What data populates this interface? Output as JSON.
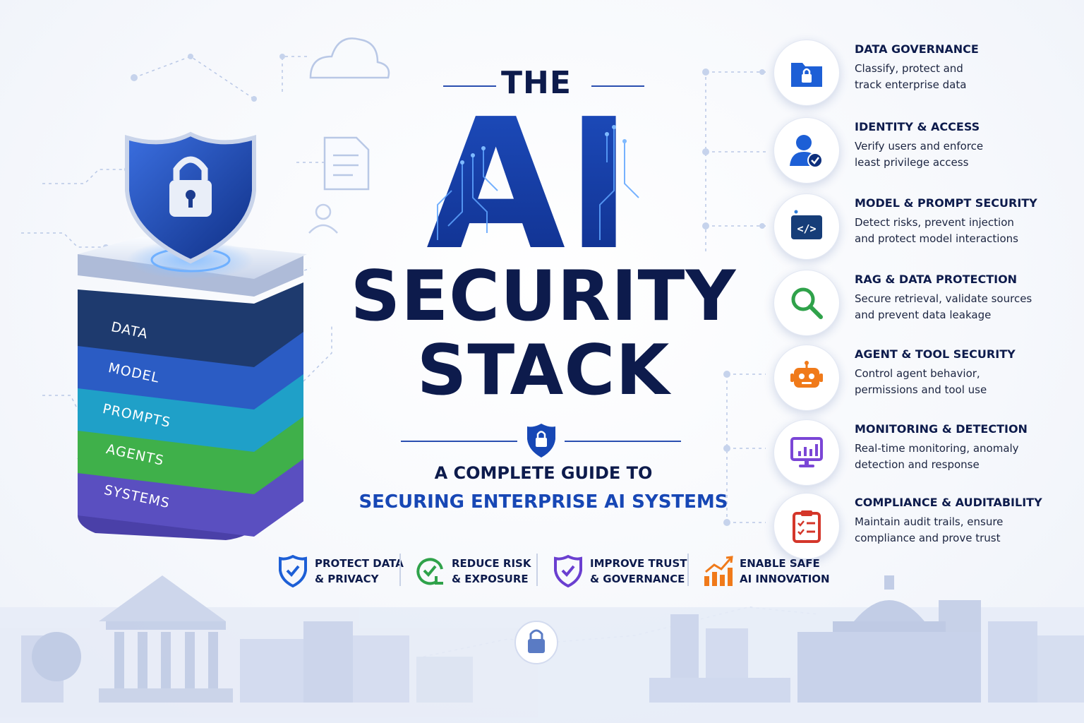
{
  "title": {
    "the": "THE",
    "ai": "AI",
    "security": "SECURITY",
    "stack": "STACK"
  },
  "subtitle": {
    "line1": "A COMPLETE GUIDE TO",
    "line2": "SECURING ENTERPRISE AI SYSTEMS"
  },
  "stack_layers": [
    "DATA",
    "MODEL",
    "PROMPTS",
    "AGENTS",
    "SYSTEMS"
  ],
  "features": [
    {
      "title": "DATA GOVERNANCE",
      "desc": [
        "Classify, protect and",
        "track enterprise data"
      ],
      "icon": "folder-lock-icon"
    },
    {
      "title": "IDENTITY & ACCESS",
      "desc": [
        "Verify users and enforce",
        "least privilege access"
      ],
      "icon": "user-check-icon"
    },
    {
      "title": "MODEL & PROMPT SECURITY",
      "desc": [
        "Detect risks, prevent injection",
        "and protect model interactions"
      ],
      "icon": "code-window-icon"
    },
    {
      "title": "RAG & DATA PROTECTION",
      "desc": [
        "Secure retrieval, validate sources",
        "and prevent data leakage"
      ],
      "icon": "magnifier-icon"
    },
    {
      "title": "AGENT & TOOL SECURITY",
      "desc": [
        "Control agent behavior,",
        "permissions and tool use"
      ],
      "icon": "robot-icon"
    },
    {
      "title": "MONITORING & DETECTION",
      "desc": [
        "Real-time monitoring, anomaly",
        "detection and response"
      ],
      "icon": "monitor-chart-icon"
    },
    {
      "title": "COMPLIANCE & AUDITABILITY",
      "desc": [
        "Maintain audit trails, ensure",
        "compliance and prove trust"
      ],
      "icon": "clipboard-check-icon"
    }
  ],
  "benefits": [
    {
      "line1": "PROTECT DATA",
      "line2": "& PRIVACY",
      "icon": "shield-check-icon"
    },
    {
      "line1": "REDUCE RISK",
      "line2": "& EXPOSURE",
      "icon": "cycle-check-icon"
    },
    {
      "line1": "IMPROVE TRUST",
      "line2": "& GOVERNANCE",
      "icon": "shield-check-purple-icon"
    },
    {
      "line1": "ENABLE SAFE",
      "line2": "AI INNOVATION",
      "icon": "growth-chart-icon"
    }
  ],
  "colors": {
    "navy": "#0d1b4c",
    "blue": "#1747b5",
    "layer_data": "#1e3a6e",
    "layer_model": "#2b5cc4",
    "layer_prompts": "#1fa0c8",
    "layer_agents": "#3fb04a",
    "layer_systems": "#5a4fc0"
  }
}
